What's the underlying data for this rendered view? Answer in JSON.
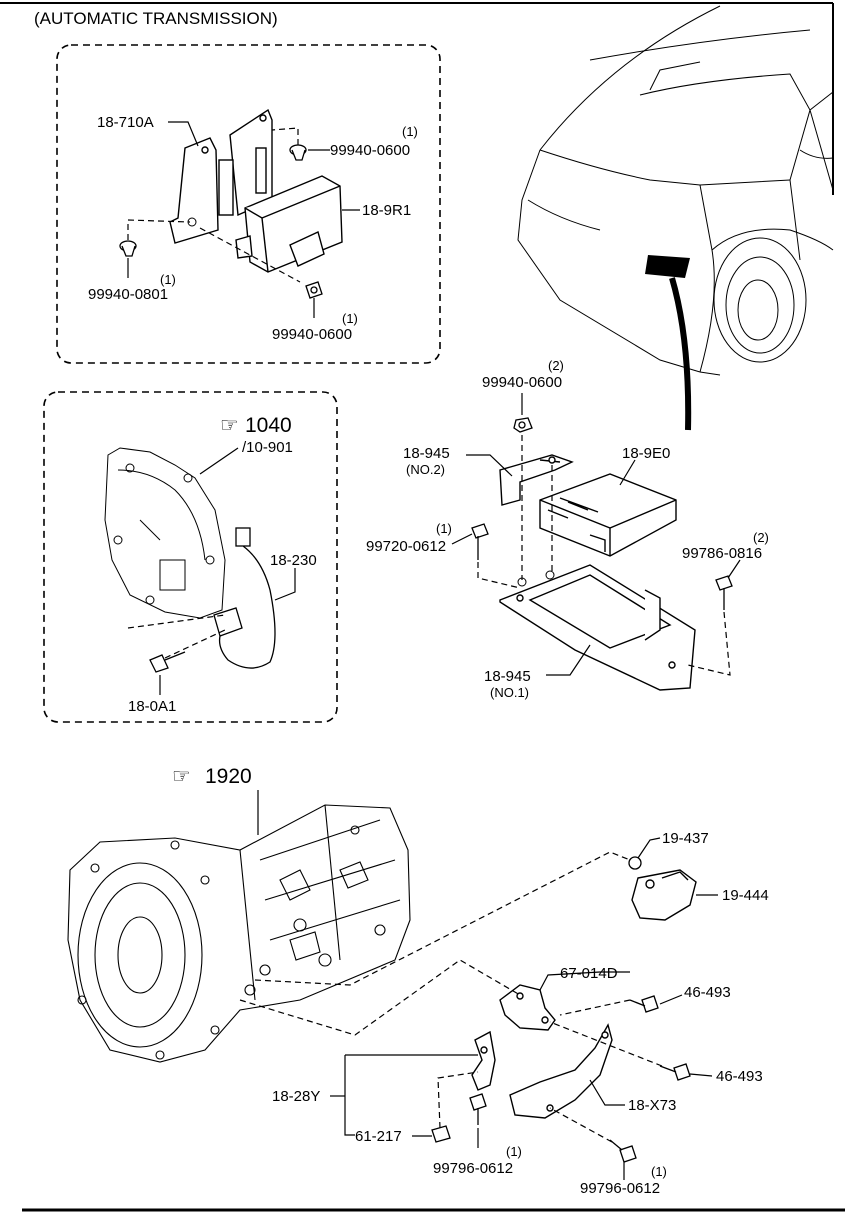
{
  "header": {
    "title": "(AUTOMATIC TRANSMISSION)"
  },
  "box1": {
    "bracket": "18-710A",
    "module": "18-9R1",
    "nut_top": "99940-0600",
    "nut_top_qty": "(1)",
    "nut_left": "99940-0801",
    "nut_left_qty": "(1)",
    "nut_bottom": "99940-0600",
    "nut_bottom_qty": "(1)"
  },
  "box2": {
    "ref_num": "1040",
    "ref_sub": "/10-901",
    "sensor": "18-230",
    "bolt": "18-0A1"
  },
  "ecu": {
    "nut": "99940-0600",
    "nut_qty": "(2)",
    "bracket2": "18-945",
    "bracket2_sub": "(NO.2)",
    "unit": "18-9E0",
    "bolt_left": "99720-0612",
    "bolt_left_qty": "(1)",
    "bolt_right": "99786-0816",
    "bolt_right_qty": "(2)",
    "bracket1": "18-945",
    "bracket1_sub": "(NO.1)"
  },
  "trans": {
    "ref_num": "1920",
    "oring": "19-437",
    "sensor": "19-444",
    "bracket": "67-014D",
    "bolt_a": "46-493",
    "bolt_b": "46-493",
    "harness_bracket": "18-X73",
    "group": "18-28Y",
    "clip": "61-217",
    "bolt_c": "99796-0612",
    "bolt_c_qty": "(1)",
    "bolt_d": "99796-0612",
    "bolt_d_qty": "(1)"
  }
}
